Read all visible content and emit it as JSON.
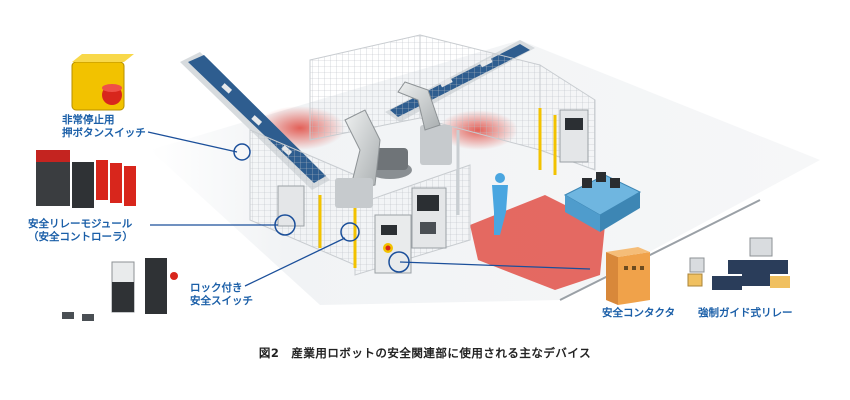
{
  "labels": {
    "emergency_stop": [
      "非常停止用",
      "押ボタンスイッチ"
    ],
    "safety_relay": [
      "安全リレーモジュール",
      "（安全コントローラ）"
    ],
    "locking_switch": [
      "ロック付き",
      "安全スイッチ"
    ],
    "safety_contactor": "安全コンタクタ",
    "guided_relay": "強制ガイド式リレー"
  },
  "caption": "図2　産業用ロボットの安全関連部に使用される主なデバイス",
  "colors": {
    "callout_line": "#1b4f9a",
    "label_text": "#1b5fa8",
    "fence_yellow": "#f2c200",
    "danger_zone": "#e0463c",
    "estop_red": "#d8261c",
    "contactor_orange": "#f0a24a",
    "conveyor_blue": "#2e5d8f",
    "agv_blue": "#6fb6e0"
  }
}
